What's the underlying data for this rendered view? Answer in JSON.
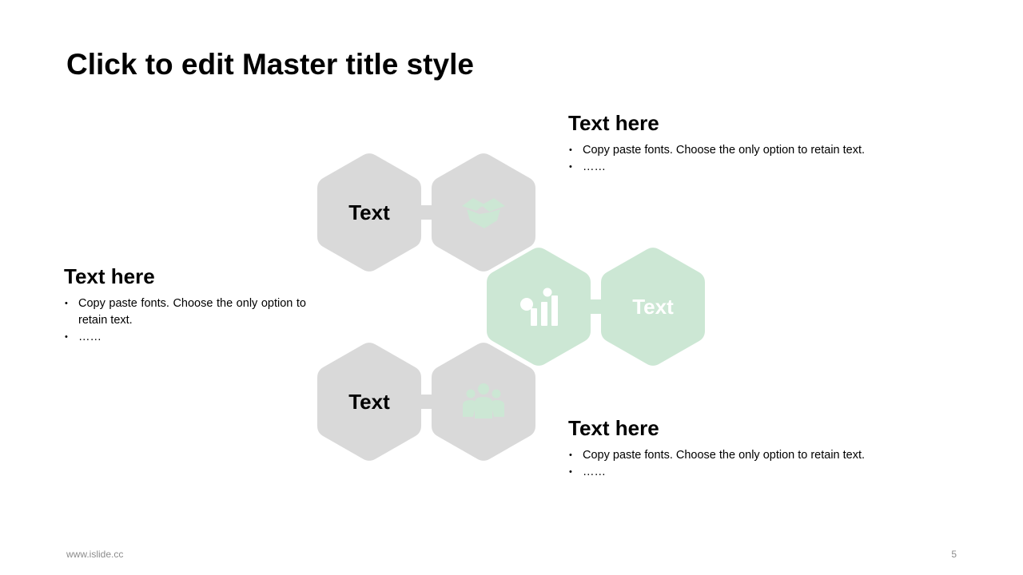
{
  "slide": {
    "title": "Click to edit Master title style",
    "footer_url": "www.islide.cc",
    "page_number": "5"
  },
  "diagram": {
    "hexagons": [
      {
        "id": "top-left",
        "label": "Text",
        "color": "#d9d9d9",
        "label_color": "#000000"
      },
      {
        "id": "top-right",
        "icon": "handshake-icon",
        "color": "#d9d9d9",
        "icon_color": "#cce7d4"
      },
      {
        "id": "middle-left",
        "icon": "growth-chart-gears-icon",
        "color": "#cce7d4",
        "icon_color": "#ffffff"
      },
      {
        "id": "middle-right",
        "label": "Text",
        "color": "#cce7d4",
        "label_color": "#ffffff"
      },
      {
        "id": "bottom-left",
        "label": "Text",
        "color": "#d9d9d9",
        "label_color": "#000000"
      },
      {
        "id": "bottom-right",
        "icon": "team-people-icon",
        "color": "#d9d9d9",
        "icon_color": "#cce7d4"
      }
    ]
  },
  "blocks": {
    "top": {
      "heading": "Text here",
      "bullets": [
        "Copy paste fonts. Choose the only option to retain text.",
        "……"
      ]
    },
    "left": {
      "heading": "Text here",
      "bullets": [
        "Copy paste fonts. Choose the only option to retain text.",
        "……"
      ]
    },
    "bottom": {
      "heading": "Text here",
      "bullets": [
        "Copy paste fonts. Choose the only option to retain text.",
        "……"
      ]
    }
  },
  "colors": {
    "gray_hex": "#d9d9d9",
    "green_hex": "#cce7d4",
    "footer_text": "#8c8c8c"
  }
}
